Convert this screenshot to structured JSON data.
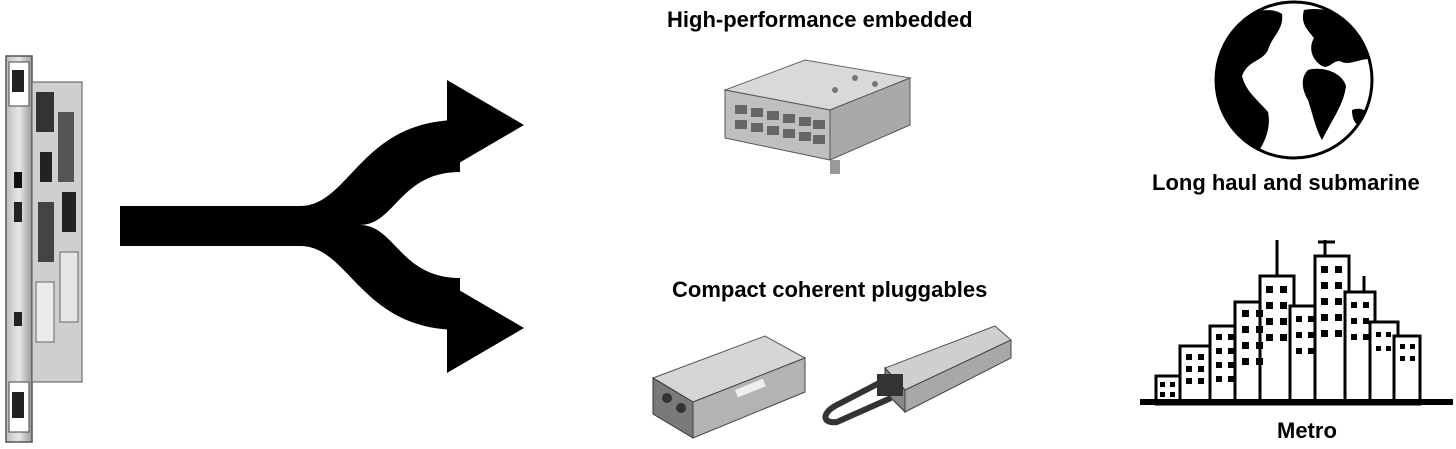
{
  "labels": {
    "high_performance": "High-performance embedded",
    "compact_pluggables": "Compact coherent pluggables",
    "long_haul": "Long haul and submarine",
    "metro": "Metro"
  },
  "icons": {
    "line_card": "line-card-icon",
    "split_arrow": "split-arrow-icon",
    "embedded_module": "embedded-module-icon",
    "pluggable_cfp": "cfp-module-icon",
    "pluggable_qsfp": "qsfp-module-icon",
    "globe": "globe-icon",
    "city": "city-skyline-icon"
  }
}
